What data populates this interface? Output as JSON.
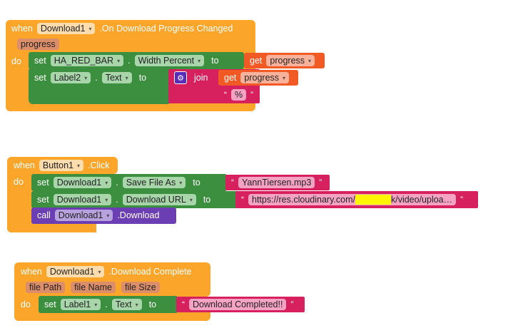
{
  "block1": {
    "when": "when",
    "component": "Download1",
    "event": ".On Download Progress Changed",
    "param": "progress",
    "do": "do",
    "set1": {
      "set": "set",
      "component": "HA_RED_BAR",
      "dot": ".",
      "property": "Width Percent",
      "to": "to",
      "get": "get",
      "var": "progress"
    },
    "set2": {
      "set": "set",
      "component": "Label2",
      "dot": ".",
      "property": "Text",
      "to": "to",
      "join": "join",
      "get": "get",
      "var": "progress",
      "text": "%"
    }
  },
  "block2": {
    "when": "when",
    "component": "Button1",
    "event": ".Click",
    "do": "do",
    "set1": {
      "set": "set",
      "component": "Download1",
      "dot": ".",
      "property": "Save File As",
      "to": "to",
      "text": "YannTiersen.mp3"
    },
    "set2": {
      "set": "set",
      "component": "Download1",
      "dot": ".",
      "property": "Download URL",
      "to": "to",
      "text_pre": "https://res.cloudinary.com/",
      "text_post": "k/video/uploa…"
    },
    "call": {
      "call": "call",
      "component": "Download1",
      "method": ".Download"
    }
  },
  "block3": {
    "when": "when",
    "component": "Download1",
    "event": ".Download Complete",
    "params": [
      "file Path",
      "file Name",
      "file Size"
    ],
    "do": "do",
    "set1": {
      "set": "set",
      "component": "Label1",
      "dot": ".",
      "property": "Text",
      "to": "to",
      "text": "Download Completed!!"
    }
  },
  "quote_open": "“",
  "quote_close": "”",
  "dropdown": "▾"
}
